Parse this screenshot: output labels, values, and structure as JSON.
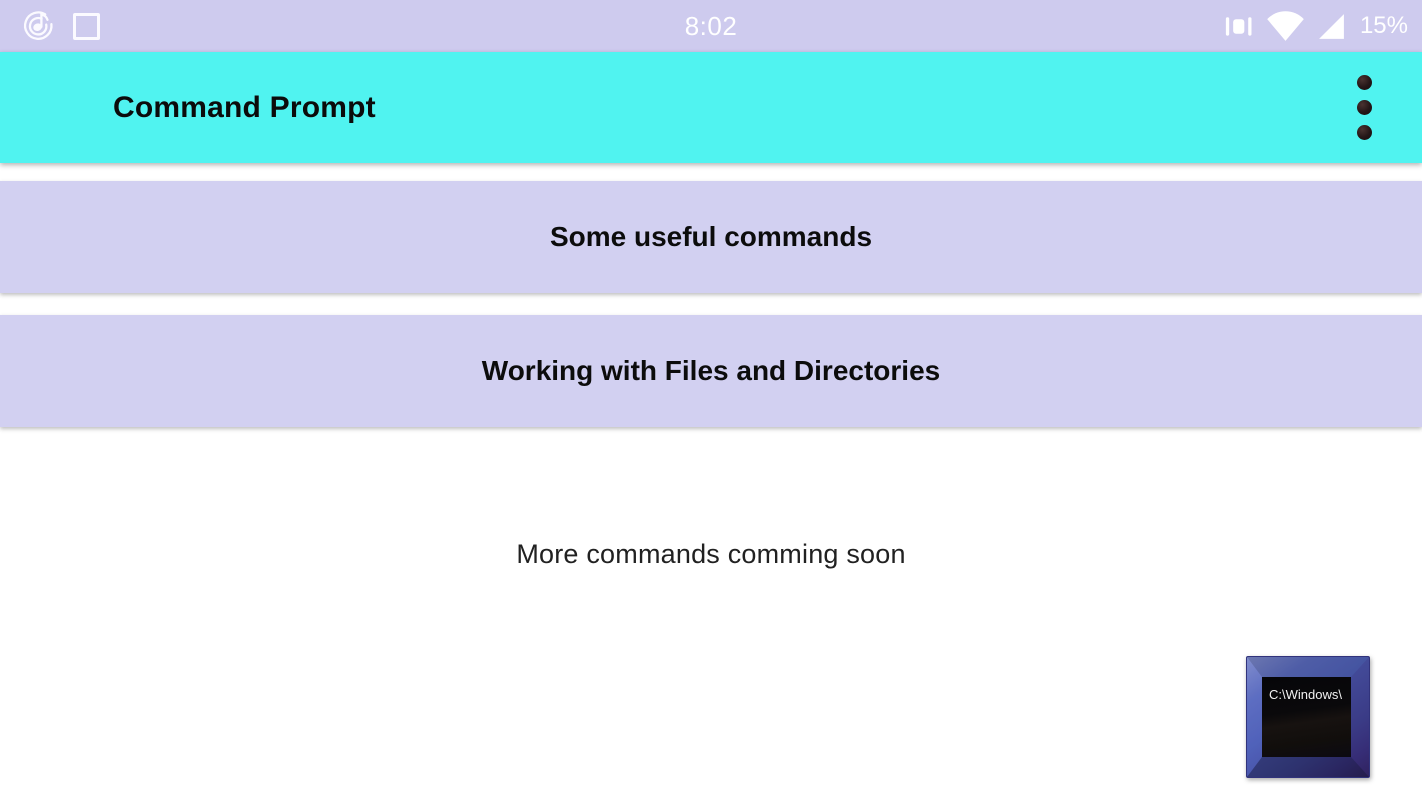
{
  "status_bar": {
    "time": "8:02",
    "battery_percent": "15%",
    "left_icons": [
      "music-player-notification-icon",
      "screenshot-notification-icon"
    ],
    "right_icons": [
      "vibrate-icon",
      "wifi-icon",
      "cellular-signal-icon"
    ]
  },
  "app_bar": {
    "title": "Command Prompt",
    "overflow_menu": "more-options"
  },
  "cards": [
    {
      "label": "Some useful commands"
    },
    {
      "label": "Working with Files and Directories"
    }
  ],
  "body": {
    "note": "More commands comming soon"
  },
  "floating_icon": {
    "screen_text": "C:\\Windows\\"
  },
  "colors": {
    "status_bar": "#cecbee",
    "app_bar": "#50f3f0",
    "card": "#d2d0f1",
    "frame_blue": "#5b6fd0"
  }
}
